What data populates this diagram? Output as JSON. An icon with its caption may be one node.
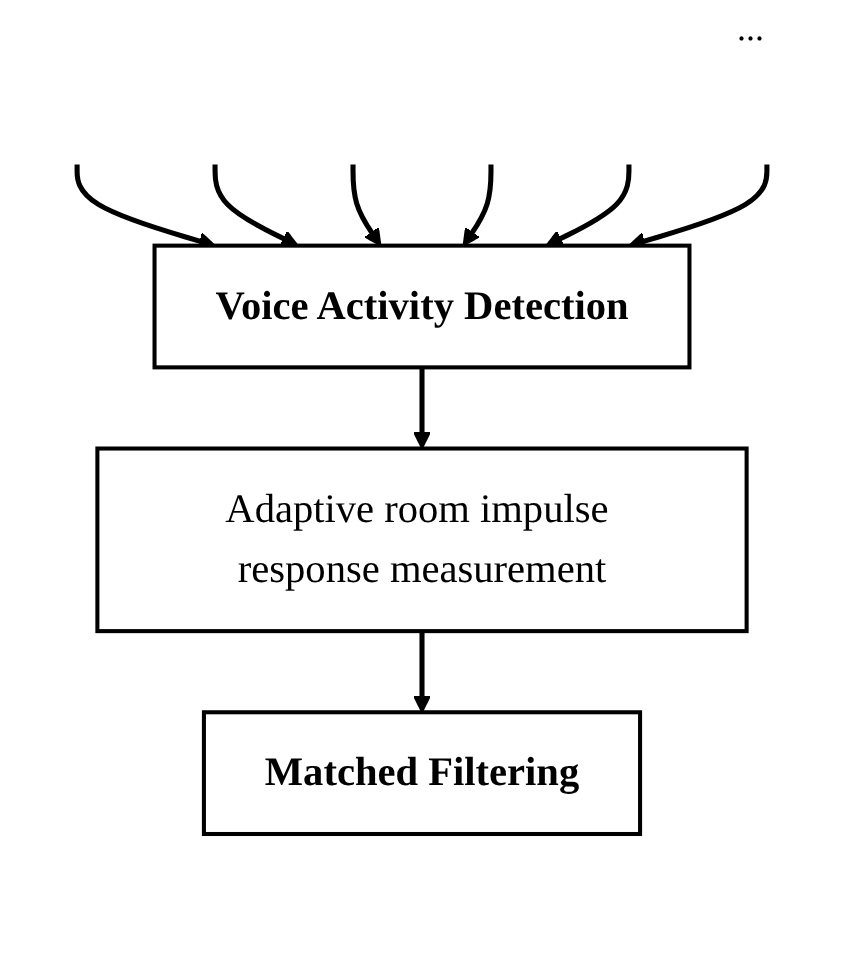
{
  "diagram": {
    "nodes": [
      {
        "text": [
          "Voice Activity Detection"
        ]
      },
      {
        "text": [
          "Adaptive room impulse response measurement"
        ]
      },
      {
        "text": [
          "Matched Filtering"
        ]
      }
    ],
    "edges": [
      {
        "from": null,
        "to": 0,
        "arrow": "to"
      },
      {
        "from": null,
        "to": 0,
        "arrow": "to"
      },
      {
        "from": null,
        "to": 0,
        "arrow": "to"
      },
      {
        "from": null,
        "to": 0,
        "arrow": "to"
      },
      {
        "from": null,
        "to": 0,
        "arrow": "to"
      },
      {
        "from": null,
        "to": 0,
        "arrow": "to"
      },
      {
        "from": 0,
        "to": 1,
        "arrow": "to"
      },
      {
        "from": 1,
        "to": 2,
        "arrow": "to"
      }
    ],
    "labels": [
      "..."
    ]
  }
}
